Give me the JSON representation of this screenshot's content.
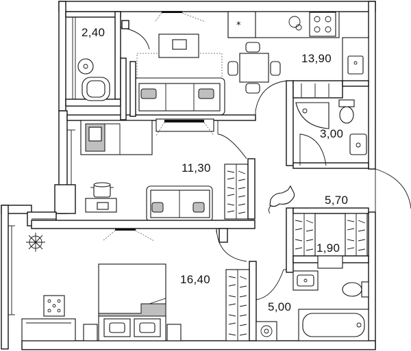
{
  "rooms": {
    "balcony": {
      "area": "2,40"
    },
    "kitchen_living": {
      "area": "13,90"
    },
    "shower_room": {
      "area": "3,00"
    },
    "living_room": {
      "area": "11,30"
    },
    "hallway": {
      "area": "5,70"
    },
    "wardrobe": {
      "area": "1,90"
    },
    "bedroom": {
      "area": "16,40"
    },
    "bathroom": {
      "area": "5,00"
    }
  },
  "icons": {
    "sofa": "sofa-icon",
    "dining_table": "dining-table-icon",
    "laptop": "laptop-icon",
    "stove": "stove-icon",
    "sink": "sink-icon",
    "toilet": "toilet-icon",
    "shower": "shower-icon",
    "bathtub": "bathtub-icon",
    "washing_machine": "washing-machine-icon",
    "bed": "bed-icon",
    "wardrobe": "wardrobe-icon",
    "cat": "cat-icon",
    "plant": "plant-icon",
    "chair": "chair-icon",
    "pot": "pot-icon"
  },
  "colors": {
    "wall": "#111111",
    "fill": "#ffffff",
    "accent_gray": "#bfbfbf"
  }
}
